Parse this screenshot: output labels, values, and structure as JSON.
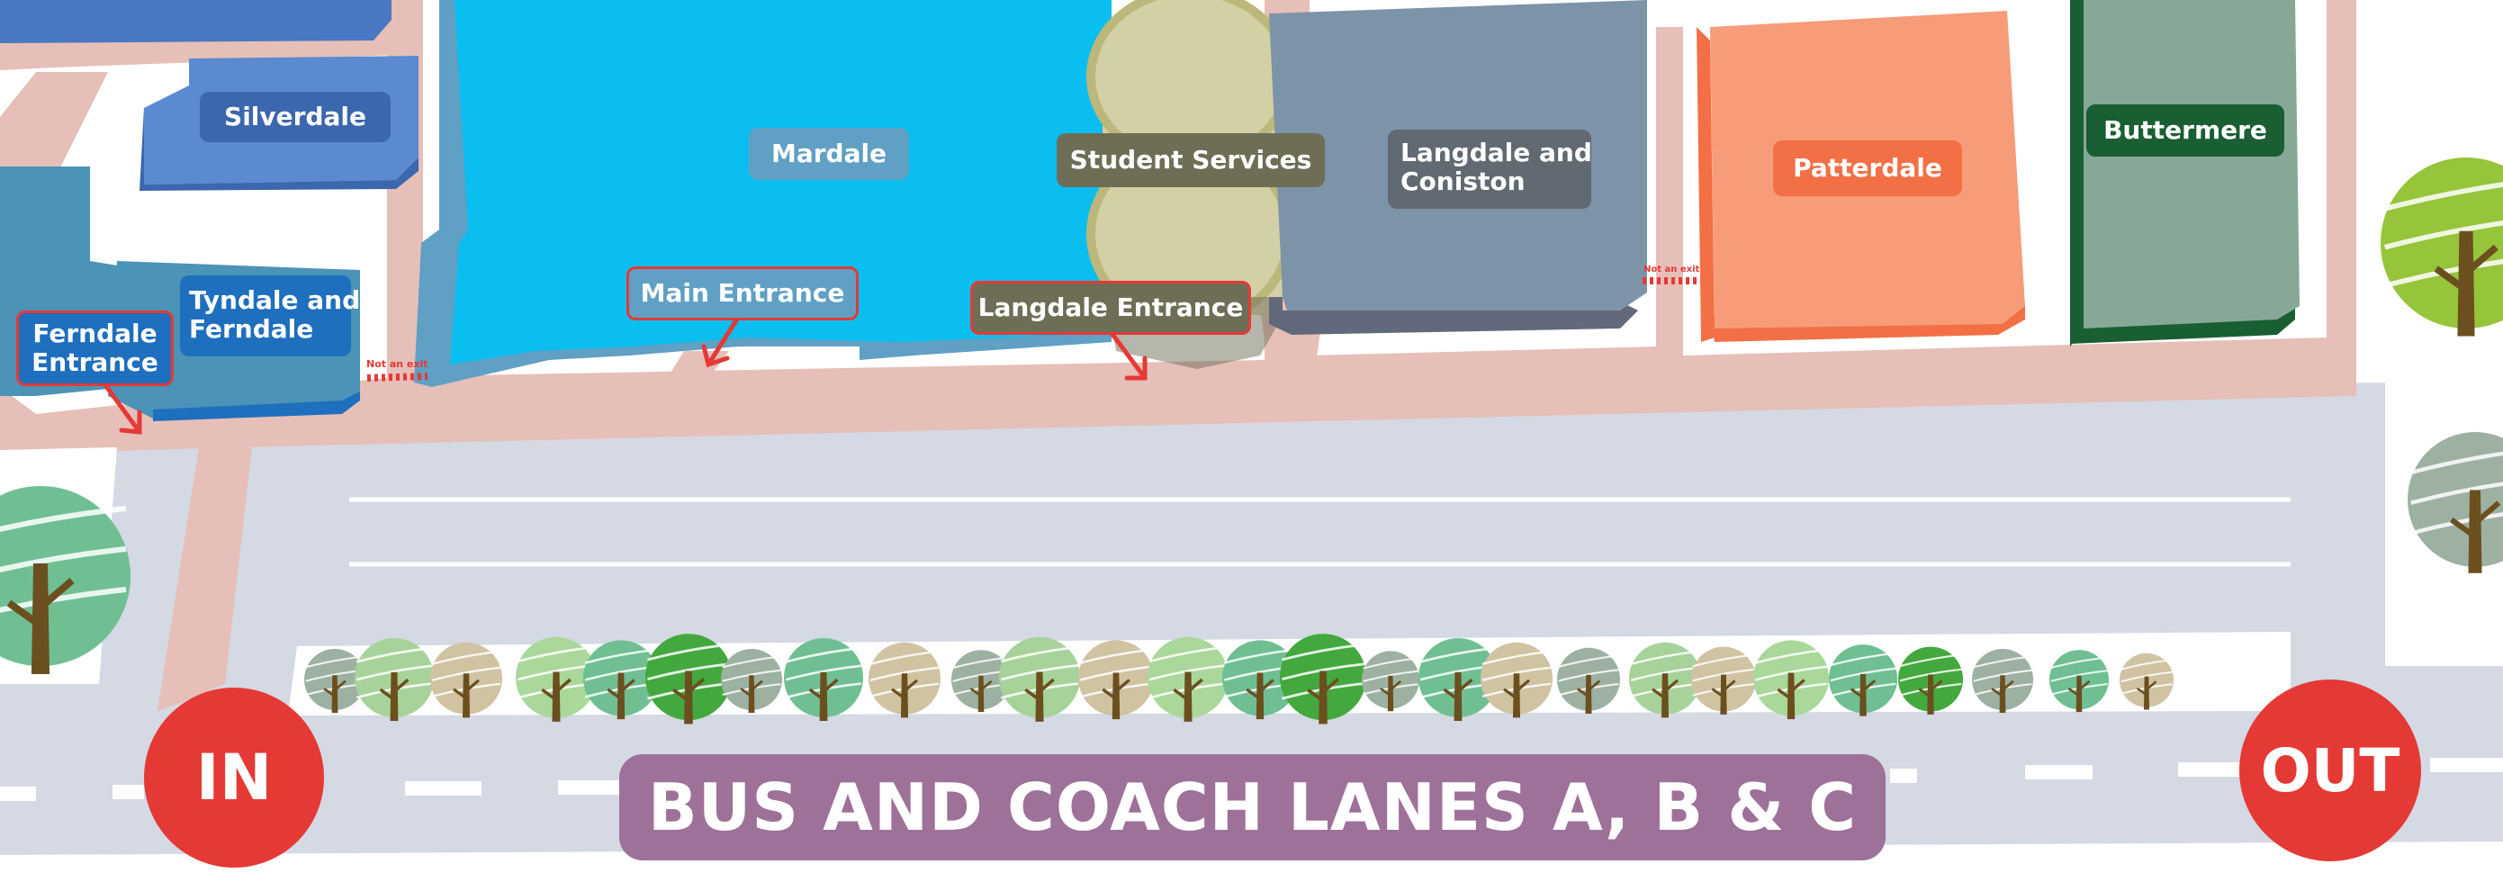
{
  "map": {
    "buildings": {
      "silverdale": "Silverdale",
      "mardale": "Mardale",
      "student_services": "Student Services",
      "langdale_coniston": [
        "Langdale and",
        "Coniston"
      ],
      "patterdale": "Patterdale",
      "buttermere": "Buttermere",
      "tyndale_ferndale": [
        "Tyndale and",
        "Ferndale"
      ]
    },
    "entrances": {
      "ferndale": [
        "Ferndale",
        "Entrance"
      ],
      "main": "Main Entrance",
      "langdale": "Langdale Entrance"
    },
    "not_an_exit": "Not an exit",
    "signs": {
      "in": "IN",
      "out": "OUT"
    },
    "banner": "BUS AND COACH LANES A, B & C",
    "colors": {
      "path_pink": "#e6bfb8",
      "road_grey": "#d4d9e3",
      "silverdale_blue": "#4a78c2",
      "mardale_cyan": "#0abef0",
      "student_services_olive": "#6e6e57",
      "langdale_grey": "#7d93a8",
      "patterdale_orange": "#f79c78",
      "buttermere_green": "#1a5e33",
      "entrance_red": "#e53935",
      "banner_purple": "#9e7199"
    },
    "icons": [
      "tree-icon",
      "arrow-icon"
    ]
  }
}
